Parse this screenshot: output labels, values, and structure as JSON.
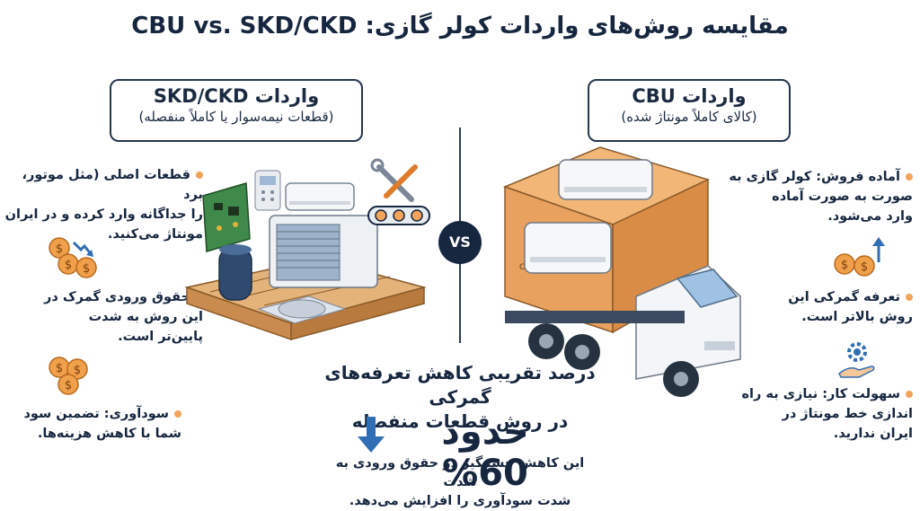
{
  "title": "مقایسه روش‌های واردات کولر گازی: CBU vs. SKD/CKD",
  "left_box": {
    "heading": "واردات SKD/CKD",
    "sub": "(قطعات نیمه‌سوار یا کاملاً منفصله)"
  },
  "right_box": {
    "heading": "واردات CBU",
    "sub": "(کالای کاملاً مونتاژ شده)"
  },
  "vs_label": "VS",
  "left_features": [
    {
      "lines": [
        "قطعات اصلی (مثل موتور، برد",
        "را جداگانه وارد کرده و در ایران",
        "مونتاژ می‌کنید."
      ]
    },
    {
      "lines": [
        "حقوق ورودی گمرک در",
        "این روش به شدت",
        "پایین‌تر است."
      ]
    },
    {
      "lines": [
        "سودآوری: تضمین سود",
        "شما با کاهش هزینه‌ها."
      ]
    }
  ],
  "right_features": [
    {
      "lines": [
        "آماده فروش: کولر گازی به",
        "صورت به صورت آماده",
        "وارد می‌شود."
      ]
    },
    {
      "lines": [
        "تعرفه گمرکی این",
        "روش بالاتر است."
      ]
    },
    {
      "lines": [
        "سهولت کار: نیازی به راه",
        "اندازی خط مونتاژ در",
        "ایران ندارید."
      ]
    }
  ],
  "center": {
    "heading_lines": [
      "درصد تقریبی کاهش تعرفه‌های گمرکی",
      "در روش قطعات منفصله"
    ],
    "big_value": "حدود 60%",
    "note_lines": [
      "این کاهش چشمگیر در حقوق ورودی به شدت",
      "شدت سودآوری را افزایش می‌دهد."
    ]
  },
  "box_label": "CBU",
  "icons": {
    "coins_down": "coins-down-icon",
    "coins": "coins-icon",
    "coins_up": "coins-up-icon",
    "gear_hand": "gear-hand-icon",
    "tools": "tools-icon",
    "arrow_down": "arrow-down-icon"
  },
  "colors": {
    "navy": "#16263f",
    "orange": "#f4a35a",
    "cardboard": "#e8a15e",
    "wood": "#d9a56a",
    "blue_arrow": "#2f6db5"
  }
}
